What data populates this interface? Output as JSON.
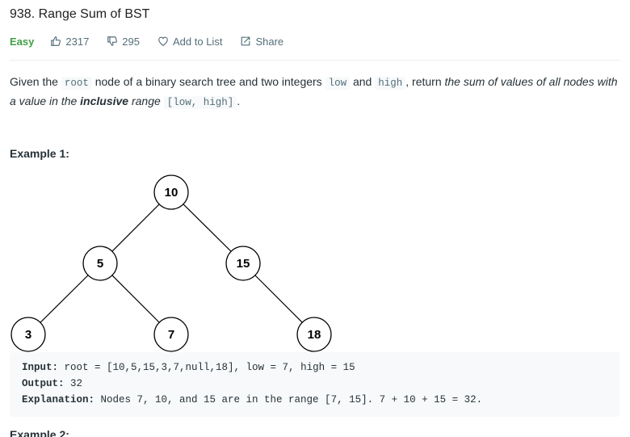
{
  "problem": {
    "title": "938. Range Sum of BST",
    "difficulty": "Easy",
    "likes": "2317",
    "dislikes": "295",
    "add_to_list": "Add to List",
    "share": "Share"
  },
  "description": {
    "p1": "Given the ",
    "code_root": "root",
    "p2": " node of a binary search tree and two integers ",
    "code_low": "low",
    "p3": " and ",
    "code_high": "high",
    "p4": ", return ",
    "em1": "the sum of values of all nodes with a value in the ",
    "strong": "inclusive",
    "em2": " range ",
    "code_range": "[low, high]",
    "p5": "."
  },
  "example1": {
    "title": "Example 1:",
    "tree_nodes": [
      "10",
      "5",
      "15",
      "3",
      "7",
      "18"
    ],
    "input_label": "Input:",
    "input_value": " root = [10,5,15,3,7,null,18], low = 7, high = 15",
    "output_label": "Output:",
    "output_value": " 32",
    "explanation_label": "Explanation:",
    "explanation_value": " Nodes 7, 10, and 15 are in the range [7, 15]. 7 + 10 + 15 = 32."
  },
  "example2": {
    "title": "Example 2:"
  },
  "colors": {
    "easy": "#43a047",
    "meta_text": "#546e7a",
    "code_bg": "#f7f9fa"
  }
}
